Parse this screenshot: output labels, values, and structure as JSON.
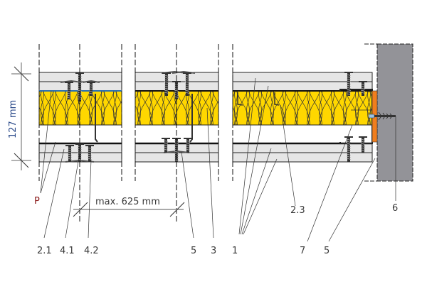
{
  "dimensions": {
    "height": "127 mm",
    "spacing": "max. 625 mm"
  },
  "labels": {
    "p": "P",
    "l21": "2.1",
    "l41": "4.1",
    "l42": "4.2",
    "l5a": "5",
    "l3": "3",
    "l1": "1",
    "l23": "2.3",
    "l7": "7",
    "l5b": "5",
    "l6": "6"
  },
  "colors": {
    "insulation": "#ffd700",
    "board": "#e6e6e6",
    "wall": "#939398",
    "orange_strip": "#f07e1e",
    "label_p": "#8b1a1a"
  }
}
